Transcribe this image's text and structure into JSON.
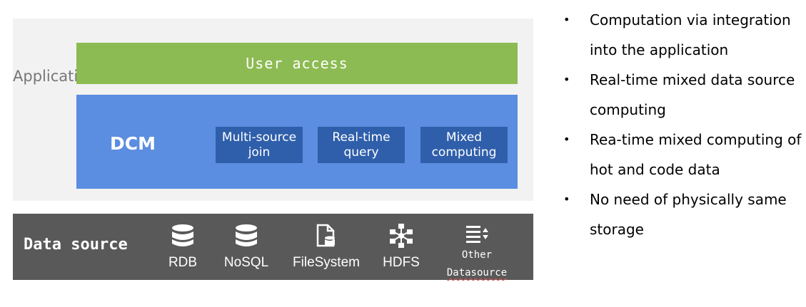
{
  "application": {
    "label": "Application"
  },
  "user_access": {
    "label": "User access"
  },
  "dcm": {
    "label": "DCM",
    "features": [
      "Multi-source join",
      "Real-time query",
      "Mixed computing"
    ]
  },
  "data_source": {
    "label": "Data source",
    "items": [
      {
        "name": "RDB",
        "icon": "database-icon"
      },
      {
        "name": "NoSQL",
        "icon": "database-icon"
      },
      {
        "name": "FileSystem",
        "icon": "file-system-icon"
      },
      {
        "name": "HDFS",
        "icon": "hdfs-network-icon"
      },
      {
        "name_line1": "Other",
        "name_line2": "Datasource",
        "icon": "list-sort-icon"
      }
    ]
  },
  "bullets": [
    "Computation via integration into the application",
    "Real-time mixed data source computing",
    "Rea-time mixed computing of hot and code data",
    "No need of physically same storage"
  ],
  "colors": {
    "application_panel": "#f2f2f2",
    "user_access": "#8dbb53",
    "dcm": "#5b8de0",
    "feature_box": "#2f5fab",
    "data_source_panel": "#595959"
  }
}
